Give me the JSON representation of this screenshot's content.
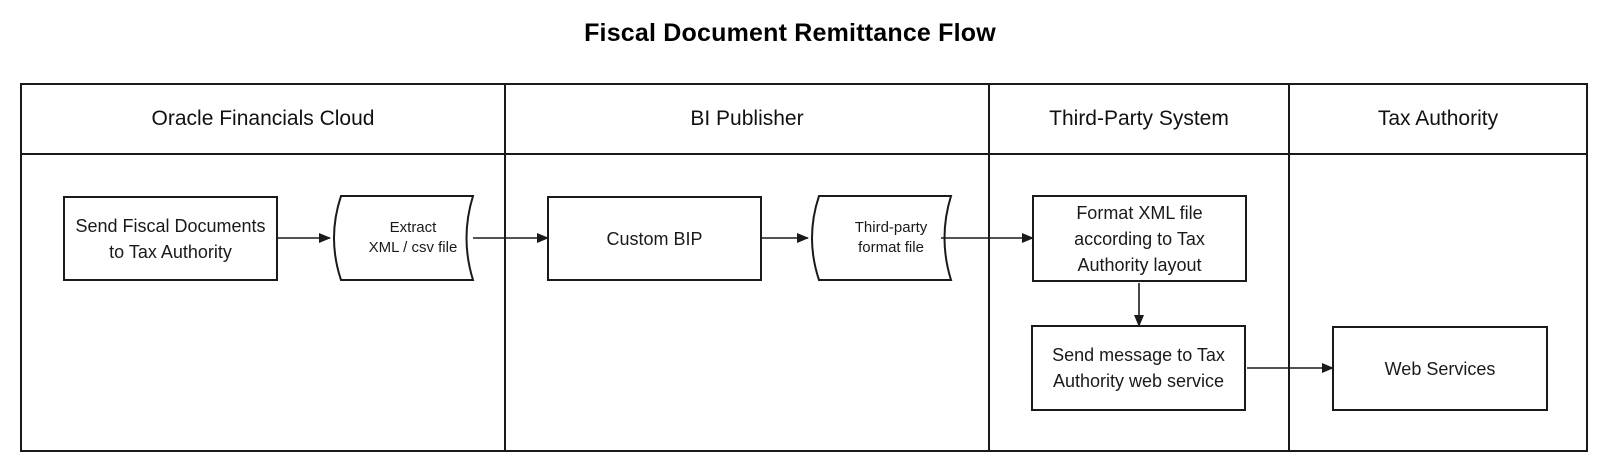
{
  "title": "Fiscal Document Remittance Flow",
  "lanes": {
    "oracle_financials_cloud": {
      "label": "Oracle Financials Cloud"
    },
    "bi_publisher": {
      "label": "BI Publisher"
    },
    "third_party_system": {
      "label": "Third-Party System"
    },
    "tax_authority": {
      "label": "Tax Authority"
    }
  },
  "nodes": {
    "send_fiscal_documents": {
      "shape": "process",
      "lane": "Oracle Financials Cloud",
      "label": "Send Fiscal Documents\nto Tax Authority"
    },
    "extract_file": {
      "shape": "stored-data",
      "lane": "Oracle Financials Cloud",
      "label": "Extract\nXML / csv file"
    },
    "custom_bip": {
      "shape": "process",
      "lane": "BI Publisher",
      "label": "Custom BIP"
    },
    "third_party_format_file": {
      "shape": "stored-data",
      "lane": "BI Publisher",
      "label": "Third-party\nformat file"
    },
    "format_xml_file": {
      "shape": "process",
      "lane": "Third-Party System",
      "label": "Format XML file\naccording to Tax\nAuthority layout"
    },
    "send_message": {
      "shape": "process",
      "lane": "Third-Party System",
      "label": "Send message to Tax\nAuthority web service"
    },
    "web_services": {
      "shape": "process",
      "lane": "Tax Authority",
      "label": "Web Services"
    }
  },
  "edges": [
    {
      "from": "send_fiscal_documents",
      "to": "extract_file"
    },
    {
      "from": "extract_file",
      "to": "custom_bip"
    },
    {
      "from": "custom_bip",
      "to": "third_party_format_file"
    },
    {
      "from": "third_party_format_file",
      "to": "format_xml_file"
    },
    {
      "from": "format_xml_file",
      "to": "send_message"
    },
    {
      "from": "send_message",
      "to": "web_services"
    }
  ],
  "colors": {
    "line": "#1a1a1a",
    "text": "#1a1a1a",
    "background": "#ffffff"
  }
}
